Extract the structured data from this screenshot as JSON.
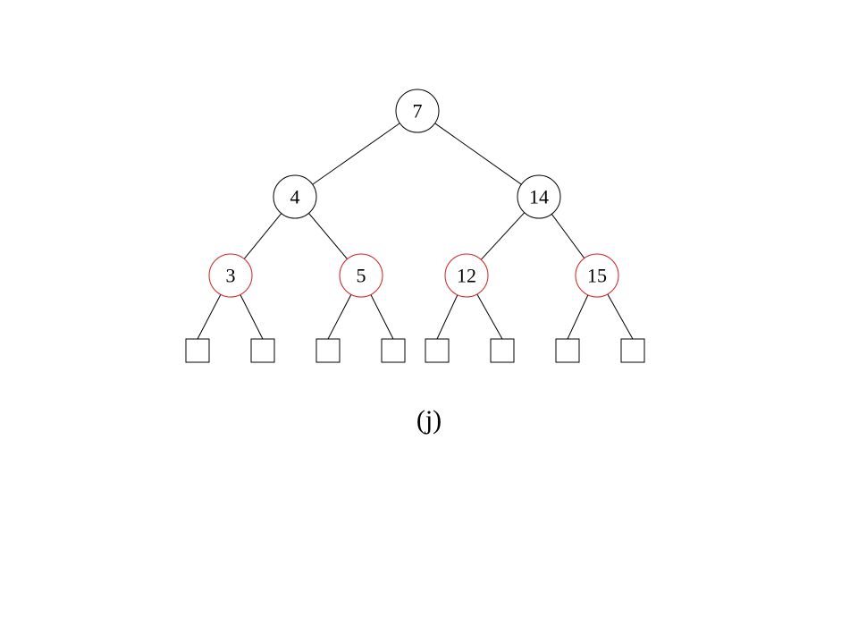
{
  "colors": {
    "black": "#000000",
    "red": "#cc2222"
  },
  "tree": {
    "nodes": [
      {
        "id": "n7",
        "label": "7",
        "color": "black"
      },
      {
        "id": "n4",
        "label": "4",
        "color": "black"
      },
      {
        "id": "n14",
        "label": "14",
        "color": "black"
      },
      {
        "id": "n3",
        "label": "3",
        "color": "red"
      },
      {
        "id": "n5",
        "label": "5",
        "color": "red"
      },
      {
        "id": "n12",
        "label": "12",
        "color": "red"
      },
      {
        "id": "n15",
        "label": "15",
        "color": "red"
      }
    ],
    "edges": [
      [
        "n7",
        "n4"
      ],
      [
        "n7",
        "n14"
      ],
      [
        "n4",
        "n3"
      ],
      [
        "n4",
        "n5"
      ],
      [
        "n14",
        "n12"
      ],
      [
        "n14",
        "n15"
      ]
    ],
    "leaf_parents": [
      "n3",
      "n3",
      "n5",
      "n5",
      "n12",
      "n12",
      "n15",
      "n15"
    ]
  },
  "caption": "(j)"
}
